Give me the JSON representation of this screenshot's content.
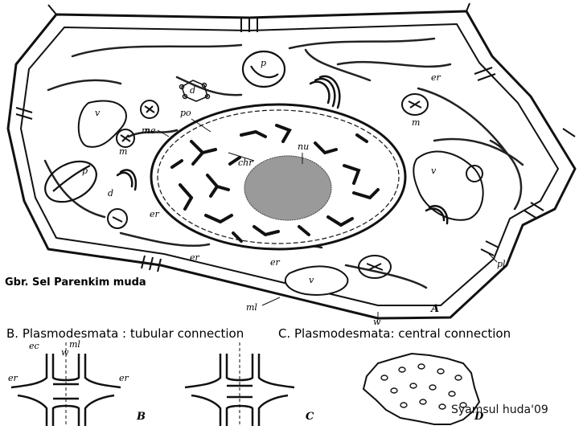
{
  "captions": {
    "main": "Gbr. Sel Parenkim muda",
    "panel_b": "B. Plasmodesmata : tubular connection",
    "panel_c": "C. Plasmodesmata: central connection",
    "credit": "Syamsul huda'09"
  },
  "cell_labels": {
    "p_top": "p",
    "p_left": "p",
    "d_top": "d",
    "d_left": "d",
    "v_left": "v",
    "v_right": "v",
    "v_bottom": "v",
    "m_left_top": "m",
    "m_left_mid": "m",
    "m_right": "m",
    "po": "po",
    "ne": "ne",
    "chr": "chr",
    "nu": "nu",
    "er_top_right": "er",
    "er_left": "er",
    "er_bottom_left": "er",
    "er_bottom_mid": "er",
    "ml_bottom": "ml",
    "pl": "pl",
    "w_bottom": "w",
    "panel_a": "A"
  },
  "panel_b_labels": {
    "ec": "ec",
    "ml": "ml",
    "w": "w",
    "er_left": "er",
    "er_right": "er",
    "letter": "B"
  },
  "panel_c_labels": {
    "letter": "C"
  },
  "panel_d_labels": {
    "letter": "D"
  }
}
